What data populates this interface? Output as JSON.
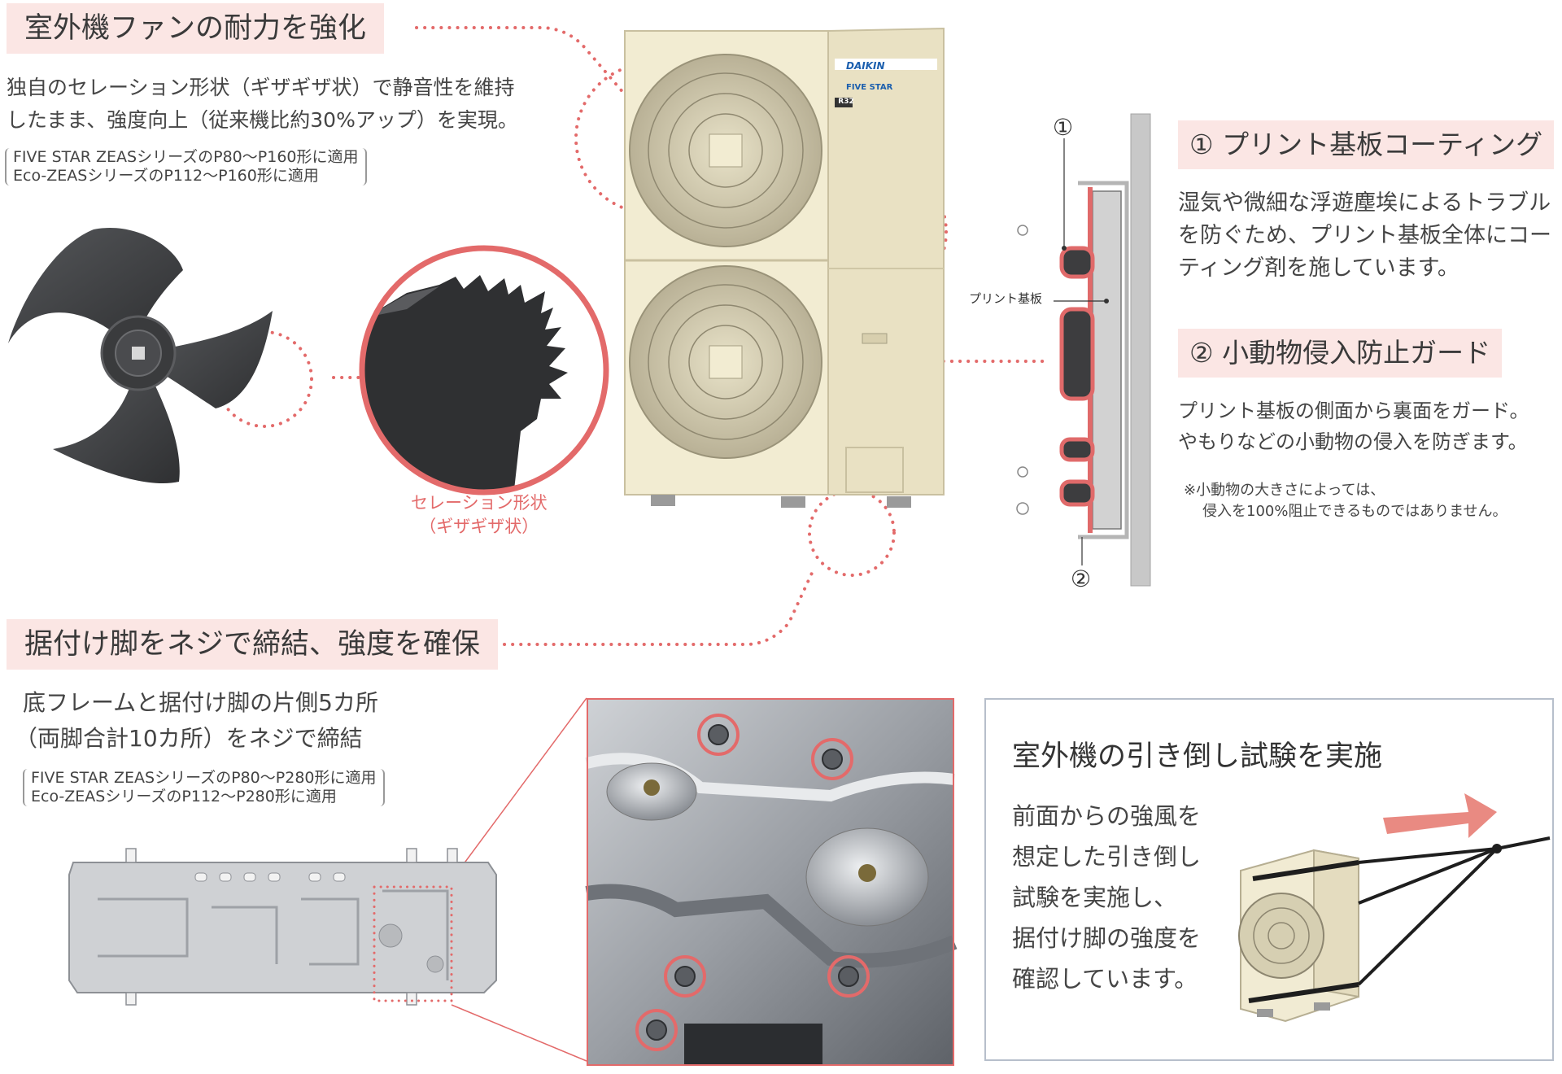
{
  "fan_section": {
    "heading": "室外機ファンの耐力を強化",
    "desc_line1": "独自のセレーション形状（ギザギザ状）で静音性を維持",
    "desc_line2": "したまま、強度向上（従来機比約30%アップ）を実現。",
    "note_line1": "FIVE STAR ZEASシリーズのP80〜P160形に適用",
    "note_line2": "Eco-ZEASシリーズのP112〜P160形に適用",
    "serration_label_line1": "セレーション形状",
    "serration_label_line2": "（ギザギザ状）"
  },
  "unit_image": {
    "brand": "DAIKIN",
    "series_badge": "FIVE STAR",
    "refrigerant_badge": "R32"
  },
  "board_section": {
    "marker1": "①",
    "marker2": "②",
    "board_label": "プリント基板",
    "heading1": "① プリント基板コーティング",
    "desc1_line1": "湿気や微細な浮遊塵埃によるトラブル",
    "desc1_line2": "を防ぐため、プリント基板全体にコー",
    "desc1_line3": "ティング剤を施しています。",
    "heading2": "② 小動物侵入防止ガード",
    "desc2_line1": "プリント基板の側面から裏面をガード。",
    "desc2_line2": "やもりなどの小動物の侵入を防ぎます。",
    "note_line1": "※小動物の大きさによっては、",
    "note_line2": "侵入を100%阻止できるものではありません。"
  },
  "legs_section": {
    "heading": "据付け脚をネジで締結、強度を確保",
    "desc_line1": "底フレームと据付け脚の片側5カ所",
    "desc_line2": "（両脚合計10カ所）をネジで締結",
    "note_line1": "FIVE STAR ZEASシリーズのP80〜P280形に適用",
    "note_line2": "Eco-ZEASシリーズのP112〜P280形に適用"
  },
  "test_section": {
    "heading": "室外機の引き倒し試験を実施",
    "desc_line1": "前面からの強風を",
    "desc_line2": "想定した引き倒し",
    "desc_line3": "試験を実施し、",
    "desc_line4": "据付け脚の強度を",
    "desc_line5": "確認しています。"
  },
  "colors": {
    "accent_pink": "#e36a6a",
    "heading_bg": "#fbe6e4",
    "unit_beige": "#eee6c8",
    "dark_gray": "#3c3c3e"
  }
}
